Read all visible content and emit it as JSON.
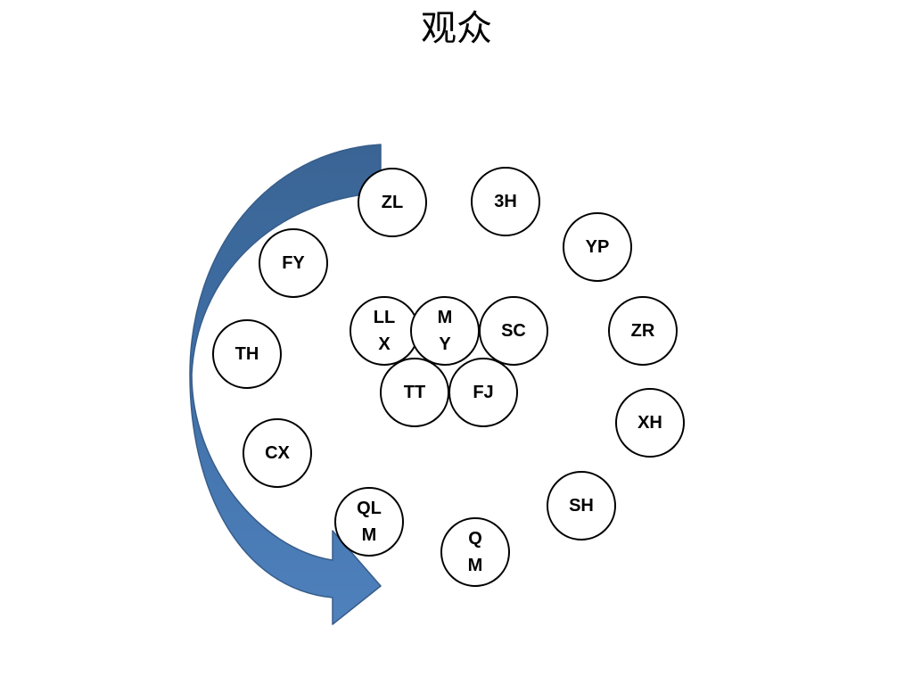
{
  "slide": {
    "title": "观众"
  },
  "colors": {
    "arrow_fill_light": "#4f81bd",
    "arrow_fill_dark": "#3a6494",
    "arrow_stroke": "#385d8a",
    "node_border": "#000000"
  },
  "icons": {
    "arrow": "curved-arrow-icon"
  },
  "nodes": {
    "zl": "ZL",
    "3h": "3H",
    "yp": "YP",
    "fy": "FY",
    "llx": "LL\nX",
    "my": "M\nY",
    "sc": "SC",
    "zr": "ZR",
    "th": "TH",
    "tt": "TT",
    "fj": "FJ",
    "xh": "XH",
    "cx": "CX",
    "sh": "SH",
    "qlm": "QL\nM",
    "qm": "Q\nM"
  }
}
